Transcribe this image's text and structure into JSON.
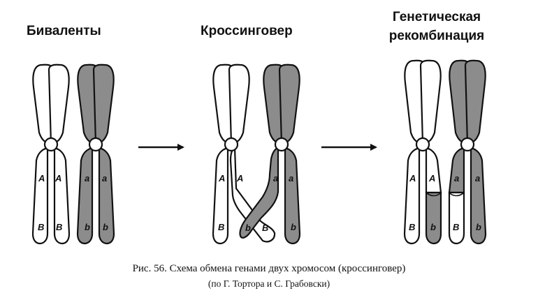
{
  "titles": {
    "bivalents": "Биваленты",
    "crossover": "Кроссинговер",
    "recombination_line1": "Генетическая",
    "recombination_line2": "рекомбинация"
  },
  "alleles": {
    "upper_dominant": "A",
    "upper_recessive": "a",
    "lower_dominant": "B",
    "lower_recessive": "b"
  },
  "caption": {
    "line1": "Рис. 56. Схема обмена генами двух хромосом (кроссинговер)",
    "line2": "(по Г. Тортора и С. Грабовски)"
  },
  "colors": {
    "shaded_chromosome": "#8c8c8c",
    "light_chromosome": "#ffffff",
    "outline": "#111111"
  }
}
